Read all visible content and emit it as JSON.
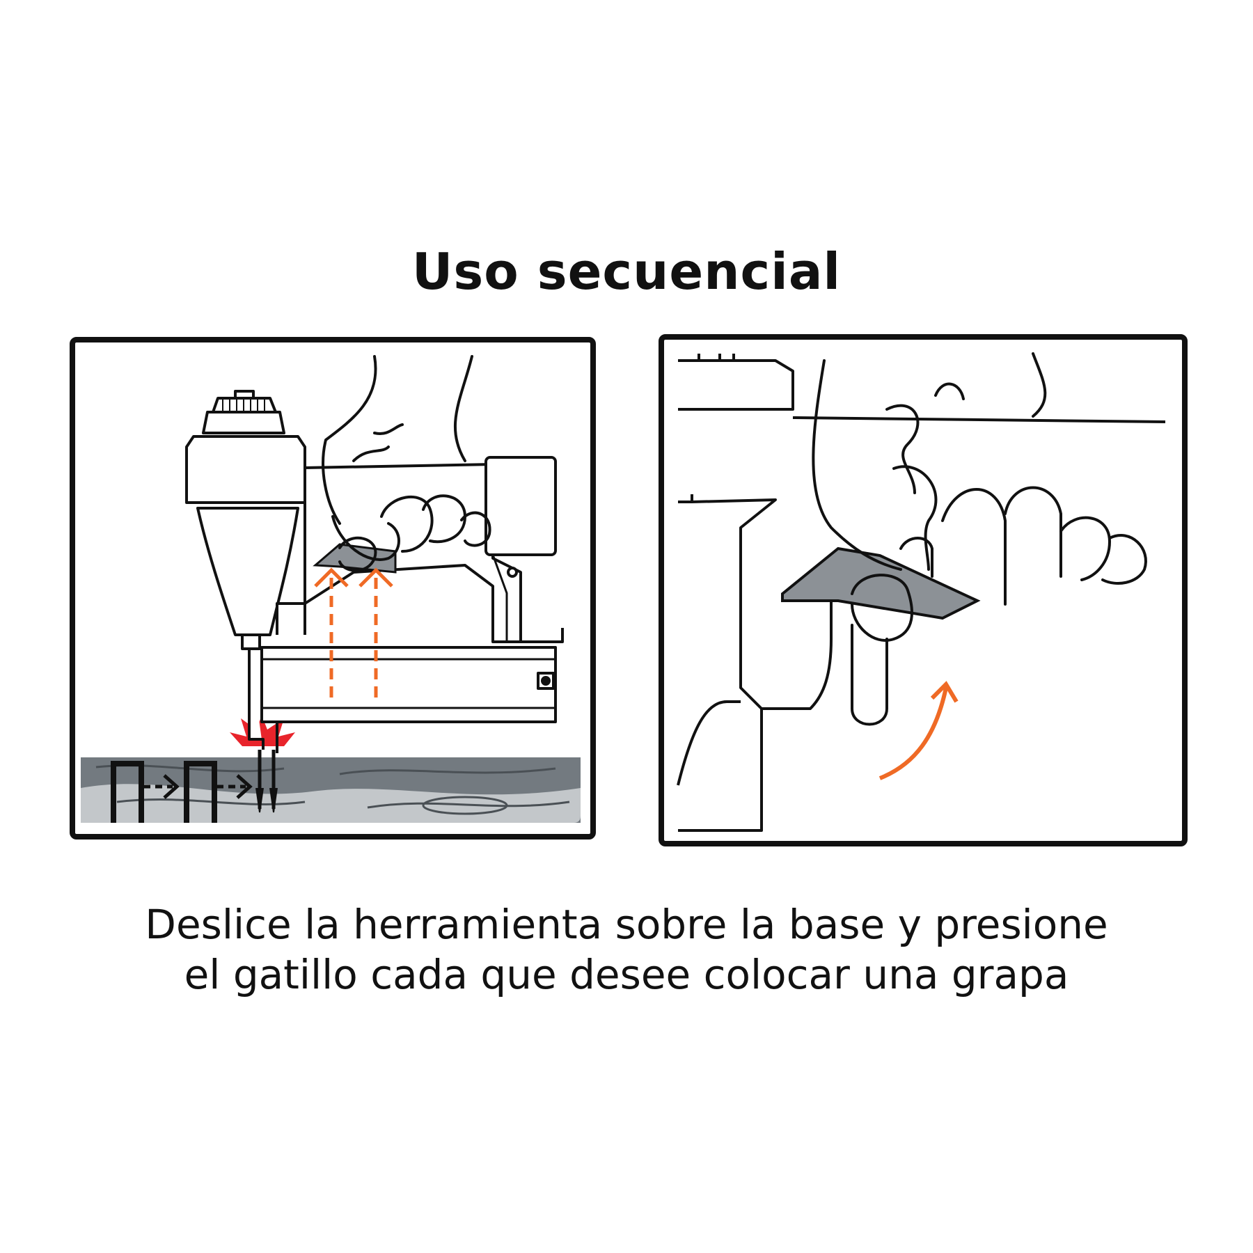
{
  "title": "Uso secuencial",
  "caption": {
    "line1": "Deslice la herramienta sobre la base y presione",
    "line2": "el gatillo cada que desee colocar una grapa"
  },
  "colors": {
    "accent_orange": "#ef6a25",
    "impact_red": "#e8242b",
    "wood_dark": "#737a80",
    "wood_light": "#c3c7ca",
    "trigger_gray": "#8c9196",
    "outline": "#111111"
  },
  "panels": [
    {
      "id": "left",
      "illustration": "stapler-on-wood-trigger-pressed-icon"
    },
    {
      "id": "right",
      "illustration": "finger-releasing-trigger-icon"
    }
  ]
}
